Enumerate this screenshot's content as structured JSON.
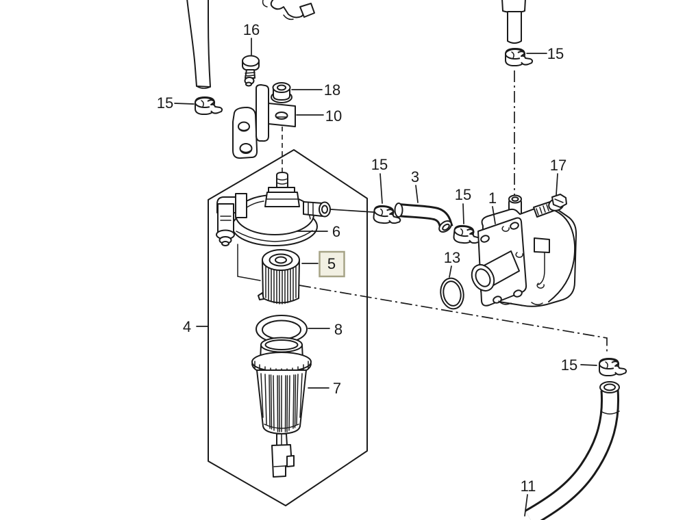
{
  "diagram": {
    "type": "exploded-parts-diagram",
    "subject": "fuel-filter-and-fuel-pump-assembly",
    "background": "#ffffff",
    "line_color": "#1a1a1a",
    "selected_part": "5",
    "highlight": {
      "fill": "#f2f0e3",
      "border": "#a6a386"
    },
    "callouts": {
      "clamp_top_left": {
        "part_no": "15"
      },
      "fitting_16": {
        "part_no": "16"
      },
      "nut_18": {
        "part_no": "18"
      },
      "bracket_10": {
        "part_no": "10"
      },
      "filter_assembly_4": {
        "part_no": "4"
      },
      "filter_head_6": {
        "part_no": "6"
      },
      "filter_element_5": {
        "part_no": "5"
      },
      "o_ring_8": {
        "part_no": "8"
      },
      "filter_cup_7": {
        "part_no": "7"
      },
      "clamp_filter_outlet": {
        "part_no": "15"
      },
      "hose_3": {
        "part_no": "3"
      },
      "clamp_pump_inlet": {
        "part_no": "15"
      },
      "pump_1": {
        "part_no": "1"
      },
      "bolt_17": {
        "part_no": "17"
      },
      "o_ring_13": {
        "part_no": "13"
      },
      "clamp_hose_upper_right": {
        "part_no": "15"
      },
      "hose_11": {
        "part_no": "11"
      },
      "clamp_hose_lower": {
        "part_no": "15"
      }
    }
  }
}
